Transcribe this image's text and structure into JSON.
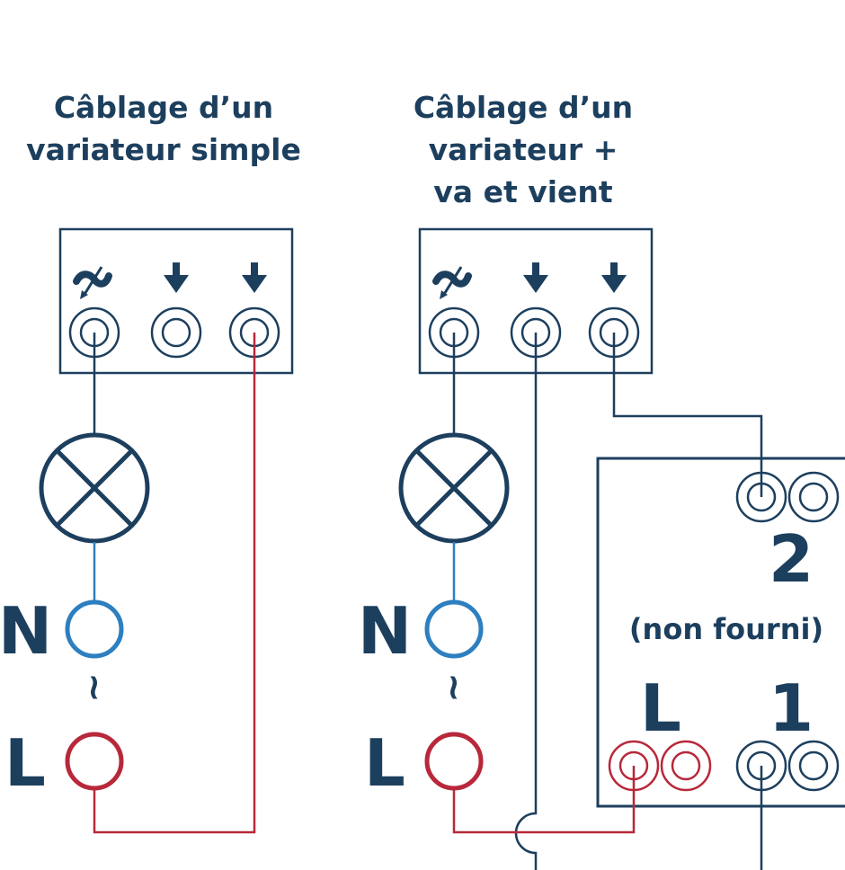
{
  "colors": {
    "navy": "#1d3f5e",
    "red": "#b8283a",
    "blue": "#2d7fc0"
  },
  "left": {
    "title_line1": "Câblage d’un",
    "title_line2": "variateur simple",
    "n_label": "N",
    "l_label": "L",
    "tilde": "~"
  },
  "right": {
    "title_line1": "Câblage d’un",
    "title_line2": "variateur +",
    "title_line3": "va et vient",
    "n_label": "N",
    "l_label": "L",
    "tilde": "~"
  },
  "switch": {
    "top_label": "2",
    "note": "(non fourni)",
    "l_label": "L",
    "one_label": "1"
  },
  "icons": [
    "dimmer-icon",
    "arrow-down-icon",
    "arrow-down-icon",
    "lamp-icon"
  ]
}
